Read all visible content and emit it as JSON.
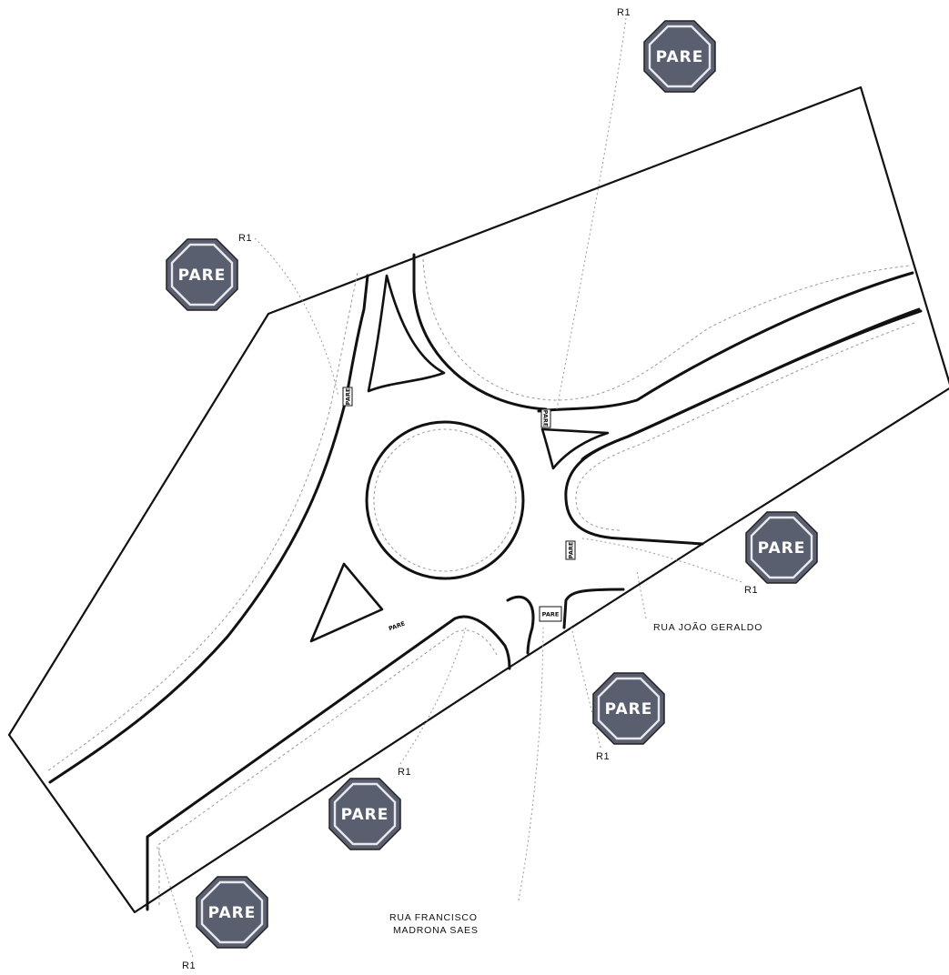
{
  "signs": [
    {
      "id": "ne",
      "text": "PARE",
      "code": "R1"
    },
    {
      "id": "nw",
      "text": "PARE",
      "code": "R1"
    },
    {
      "id": "e",
      "text": "PARE",
      "code": "R1"
    },
    {
      "id": "se",
      "text": "PARE",
      "code": "R1"
    },
    {
      "id": "s",
      "text": "PARE",
      "code": "R1"
    },
    {
      "id": "sw",
      "text": "PARE",
      "code": "R1"
    }
  ],
  "pavement_markings": [
    "PARE",
    "PARE",
    "PARE",
    "PARE",
    "PARE"
  ],
  "streets": {
    "joao_geraldo": "RUA JOÃO GERALDO",
    "francisco_line1": "RUA FRANCISCO",
    "francisco_line2": "MADRONA SAES"
  },
  "colors": {
    "sign_fill": "#5a5f6f",
    "line": "#111111"
  }
}
